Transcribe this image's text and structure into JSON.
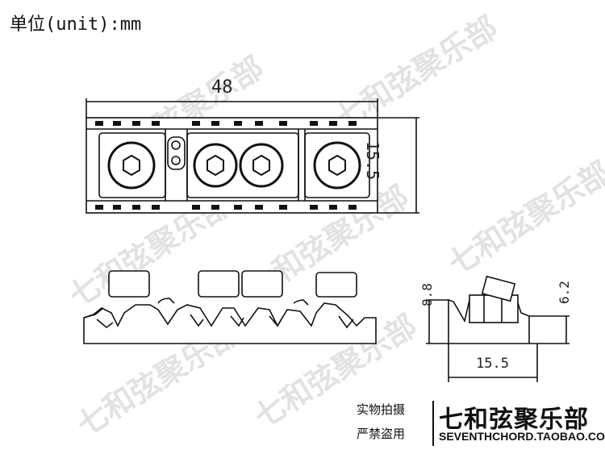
{
  "unit_label": "单位(unit):mm",
  "dimensions": {
    "top_width": "48",
    "top_height": "15.5",
    "side_height": "8.8",
    "side_low_height": "6.2",
    "side_width": "15.5"
  },
  "watermark": "七和弦聚乐部",
  "brand": {
    "line1": "实物拍摄",
    "line2": "严禁盗用",
    "name": "七和弦聚乐部",
    "url": "SEVENTHCHORD.TAOBAO.COM"
  }
}
